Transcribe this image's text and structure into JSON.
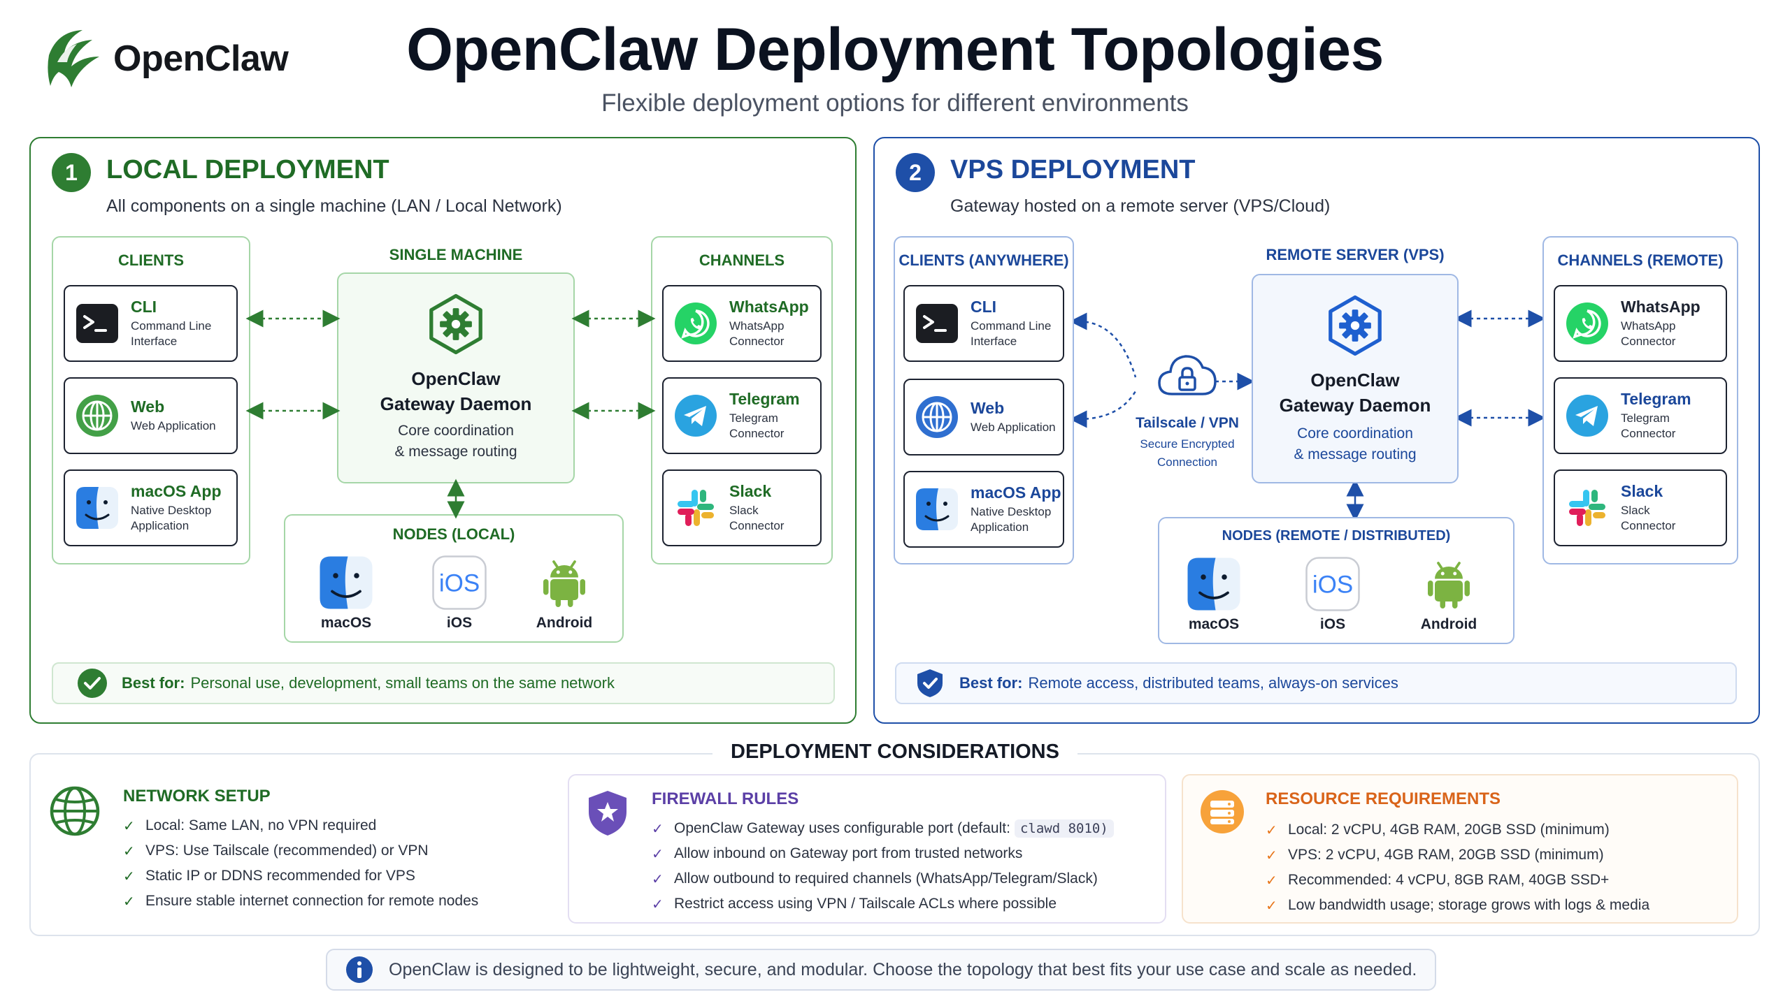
{
  "header": {
    "brand": "OpenClaw",
    "title": "OpenClaw Deployment Topologies",
    "subtitle": "Flexible deployment options for different environments"
  },
  "colors": {
    "local_accent": "#2e7d32",
    "vps_accent": "#1e4fa8",
    "firewall_accent": "#5b3fa6",
    "resource_accent": "#e8761c"
  },
  "local": {
    "number": "1",
    "title": "LOCAL DEPLOYMENT",
    "subtitle": "All components on a single machine (LAN / Local Network)",
    "clients_title": "CLIENTS",
    "clients": [
      {
        "name": "CLI",
        "desc1": "Command Line",
        "desc2": "Interface",
        "icon": "terminal-icon"
      },
      {
        "name": "Web",
        "desc1": "Web Application",
        "desc2": "",
        "icon": "globe-icon"
      },
      {
        "name": "macOS App",
        "desc1": "Native Desktop",
        "desc2": "Application",
        "icon": "finder-icon"
      }
    ],
    "machine_title": "SINGLE MACHINE",
    "gateway_line1": "OpenClaw",
    "gateway_line2": "Gateway Daemon",
    "gateway_desc1": "Core coordination",
    "gateway_desc2": "& message routing",
    "channels_title": "CHANNELS",
    "channels": [
      {
        "name": "WhatsApp",
        "desc1": "WhatsApp",
        "desc2": "Connector",
        "icon": "whatsapp-icon"
      },
      {
        "name": "Telegram",
        "desc1": "Telegram",
        "desc2": "Connector",
        "icon": "telegram-icon"
      },
      {
        "name": "Slack",
        "desc1": "Slack",
        "desc2": "Connector",
        "icon": "slack-icon"
      }
    ],
    "nodes_title": "NODES (LOCAL)",
    "nodes": [
      "macOS",
      "iOS",
      "Android"
    ],
    "bestfor_lead": "Best for:",
    "bestfor_text": "Personal use, development, small teams on the same network"
  },
  "vps": {
    "number": "2",
    "title": "VPS DEPLOYMENT",
    "subtitle": "Gateway hosted on a remote server (VPS/Cloud)",
    "clients_title": "CLIENTS (ANYWHERE)",
    "clients": [
      {
        "name": "CLI",
        "desc1": "Command Line",
        "desc2": "Interface",
        "icon": "terminal-icon"
      },
      {
        "name": "Web",
        "desc1": "Web Application",
        "desc2": "",
        "icon": "globe-icon"
      },
      {
        "name": "macOS App",
        "desc1": "Native Desktop",
        "desc2": "Application",
        "icon": "finder-icon"
      }
    ],
    "tunnel_title": "Tailscale / VPN",
    "tunnel_desc1": "Secure Encrypted",
    "tunnel_desc2": "Connection",
    "server_title": "REMOTE SERVER (VPS)",
    "gateway_line1": "OpenClaw",
    "gateway_line2": "Gateway Daemon",
    "gateway_desc1": "Core coordination",
    "gateway_desc2": "& message routing",
    "channels_title": "CHANNELS (REMOTE)",
    "channels": [
      {
        "name": "WhatsApp",
        "desc1": "WhatsApp",
        "desc2": "Connector",
        "icon": "whatsapp-icon"
      },
      {
        "name": "Telegram",
        "desc1": "Telegram",
        "desc2": "Connector",
        "icon": "telegram-icon"
      },
      {
        "name": "Slack",
        "desc1": "Slack",
        "desc2": "Connector",
        "icon": "slack-icon"
      }
    ],
    "nodes_title": "NODES (REMOTE / DISTRIBUTED)",
    "nodes": [
      "macOS",
      "iOS",
      "Android"
    ],
    "bestfor_lead": "Best for:",
    "bestfor_text": "Remote access, distributed teams, always-on services"
  },
  "considerations": {
    "title": "DEPLOYMENT CONSIDERATIONS",
    "network": {
      "title": "NETWORK SETUP",
      "items": [
        "Local: Same LAN, no VPN required",
        "VPS: Use Tailscale (recommended) or VPN",
        "Static IP or DDNS recommended for VPS",
        "Ensure stable internet connection for remote nodes"
      ]
    },
    "firewall": {
      "title": "FIREWALL RULES",
      "item0_text": "OpenClaw Gateway uses configurable port (default:",
      "item0_code": "clawd 8010)",
      "items": [
        "Allow inbound on Gateway port from trusted networks",
        "Allow outbound to required channels (WhatsApp/Telegram/Slack)",
        "Restrict access using VPN / Tailscale ACLs where possible"
      ]
    },
    "resources": {
      "title": "RESOURCE REQUIREMENTS",
      "items": [
        "Local: 2 vCPU, 4GB RAM, 20GB SSD (minimum)",
        "VPS: 2 vCPU, 4GB RAM, 20GB SSD (minimum)",
        "Recommended: 4 vCPU, 8GB RAM, 40GB SSD+",
        "Low bandwidth usage; storage grows with logs & media"
      ]
    }
  },
  "footer": {
    "note": "OpenClaw is designed to be lightweight, secure, and modular. Choose the topology that best fits your use case and scale as needed."
  }
}
